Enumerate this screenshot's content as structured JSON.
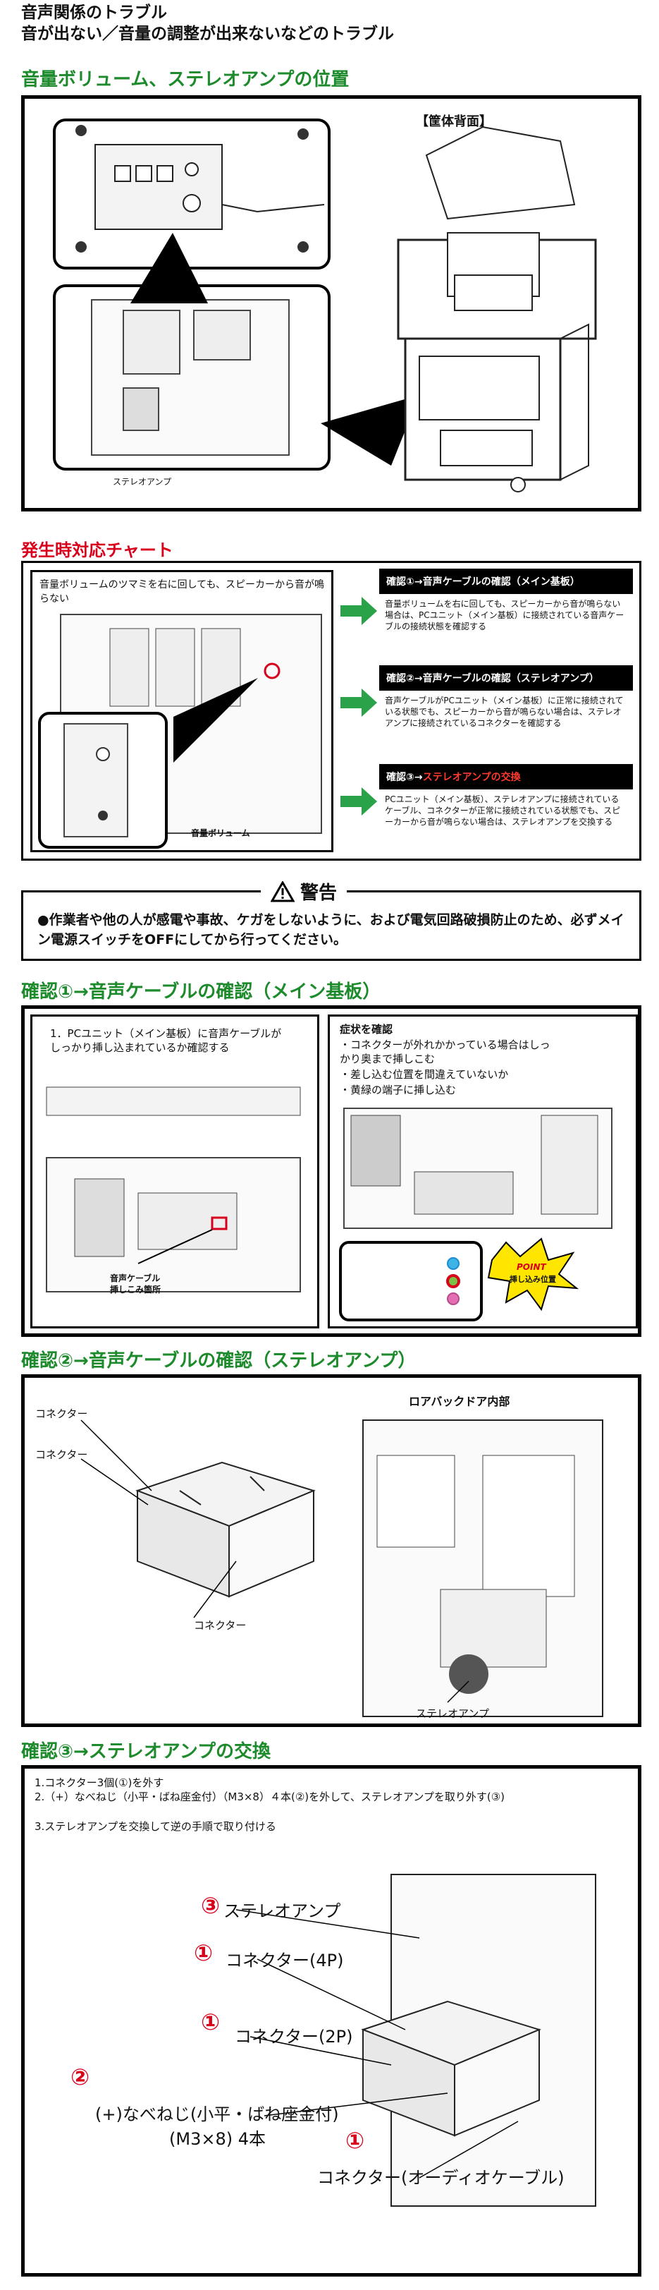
{
  "header": {
    "line1": "音声関係のトラブル",
    "line2": "音が出ない／音量の調整が出来ないなどのトラブル"
  },
  "sec_location": {
    "title": "音量ボリューム、ステレオアンプの位置",
    "cabinet_label": "【筐体背面】",
    "amp_label": "ステレオアンプ"
  },
  "chart": {
    "title": "発生時対応チャート",
    "caption": "音量ボリュームのツマミを右に回しても、スピーカーから音が鳴らない",
    "volume_label": "音量ボリューム",
    "steps": [
      {
        "head": "確認①→音声ケーブルの確認（メイン基板）",
        "head_hl": "",
        "body": "音量ボリュームを右に回しても、スピーカーから音が鳴らない場合は、PCユニット（メイン基板）に接続されている音声ケーブルの接続状態を確認する"
      },
      {
        "head": "確認②→音声ケーブルの確認（ステレオアンプ）",
        "head_hl": "",
        "body": "音声ケーブルがPCユニット（メイン基板）に正常に接続されている状態でも、スピーカーから音が鳴らない場合は、ステレオアンプに接続されているコネクターを確認する"
      },
      {
        "head": "確認③→",
        "head_hl": "ステレオアンプの交換",
        "body": "PCユニット（メイン基板）、ステレオアンプに接続されているケーブル、コネクターが正常に接続されている状態でも、スピーカーから音が鳴らない場合は、ステレオアンプを交換する"
      }
    ]
  },
  "warning": {
    "title": "警告",
    "text": "●作業者や他の人が感電や事故、ケガをしないように、および電気回路破損防止のため、必ずメイン電源スイッチをOFFにしてから行ってください。"
  },
  "check1": {
    "title": "確認①→音声ケーブルの確認（メイン基板）",
    "step": "1．PCユニット（メイン基板）に音声ケーブルがしっかり挿し込まれているか確認する",
    "insert_label": "音声ケーブル\n挿しこみ箇所",
    "symptom_title": "症状を確認",
    "symptoms": [
      "・コネクターが外れかかっている場合はしっかり奥まで挿しこむ",
      "・差し込む位置を間違えていないか",
      "・黄緑の端子に挿し込む"
    ],
    "point_label": "POINT",
    "point_sub": "挿し込み位置"
  },
  "check2": {
    "title": "確認②→音声ケーブルの確認（ステレオアンプ）",
    "lower_door": "ロアバックドア内部",
    "connector": "コネクター",
    "amp_label": "ステレオアンプ"
  },
  "check3": {
    "title": "確認③→ステレオアンプの交換",
    "steps": [
      "1.コネクター3個(①)を外す",
      "2.（+）なべねじ（小平・ばね座金付）（M3×8）４本(②)を外して、ステレオアンプを取り外す(③)",
      "3.ステレオアンプを交換して逆の手順で取り付ける"
    ],
    "c3": "③",
    "c1": "①",
    "c2": "②",
    "amp": "ステレオアンプ",
    "conn4p": "コネクター(4P)",
    "conn2p": "コネクター(2P)",
    "screw1": "(+)なべねじ(小平・ばね座金付)",
    "screw2": "(M3×8) 4本",
    "conn_audio": "コネクター(オーディオケーブル)"
  },
  "colors": {
    "green": "#1d8a2c",
    "red": "#d8001a",
    "black": "#000000"
  }
}
